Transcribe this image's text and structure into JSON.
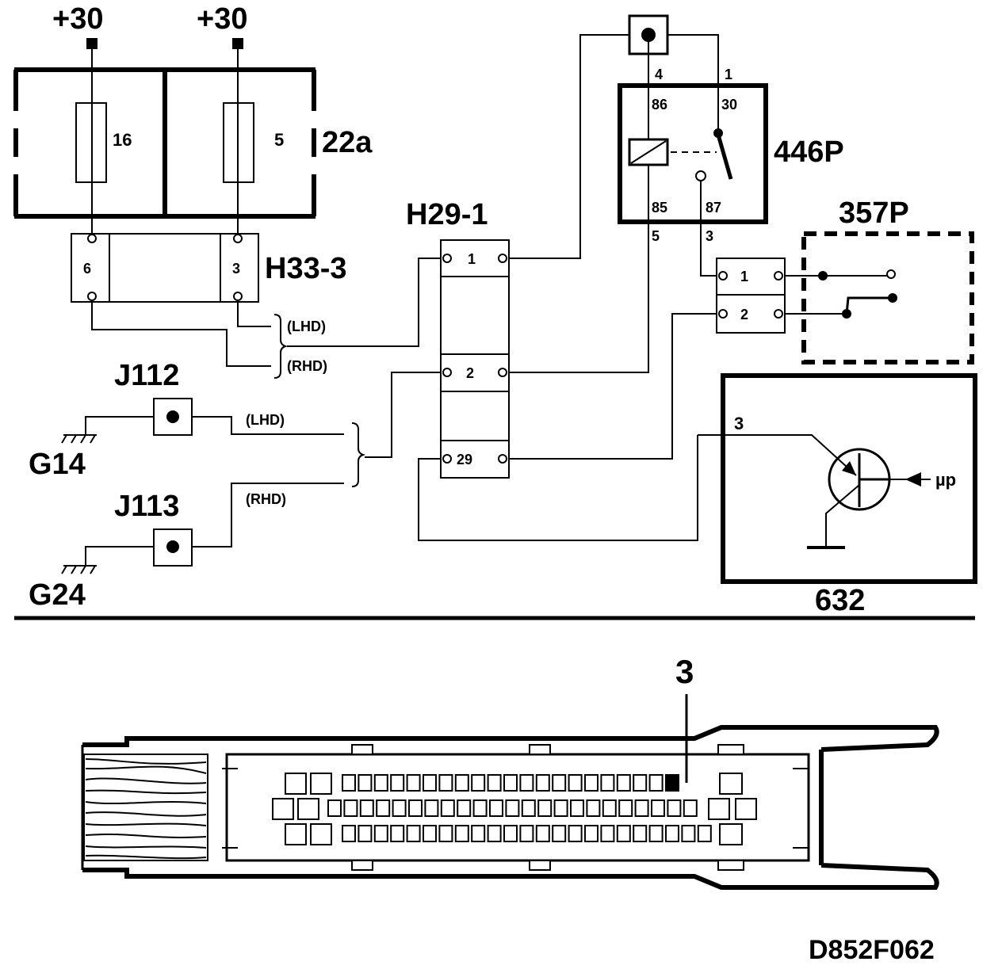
{
  "supply": {
    "left": "+30",
    "right": "+30"
  },
  "fuse_box": {
    "id": "22a",
    "fuse_left": "16",
    "fuse_right": "5"
  },
  "connector_h33": {
    "id": "H33-3",
    "pin_left": "6",
    "pin_right": "3"
  },
  "connector_h29": {
    "id": "H29-1",
    "pins": [
      "1",
      "2",
      "29"
    ]
  },
  "relay": {
    "id": "446P",
    "socket_pins": [
      "4",
      "1"
    ],
    "terminals": [
      "86",
      "30",
      "85",
      "87"
    ],
    "out_pins": [
      "5",
      "3"
    ]
  },
  "connector_small": {
    "pins": [
      "1",
      "2"
    ]
  },
  "switch_357": {
    "id": "357P"
  },
  "ecu": {
    "id": "632",
    "pin": "3",
    "input": "µp"
  },
  "splices": [
    {
      "id": "J112",
      "ground": "G14"
    },
    {
      "id": "J113",
      "ground": "G24"
    }
  ],
  "variants": {
    "lhd": "(LHD)",
    "rhd": "(RHD)"
  },
  "plug_callout": "3",
  "drawing_ref": "D852F062"
}
